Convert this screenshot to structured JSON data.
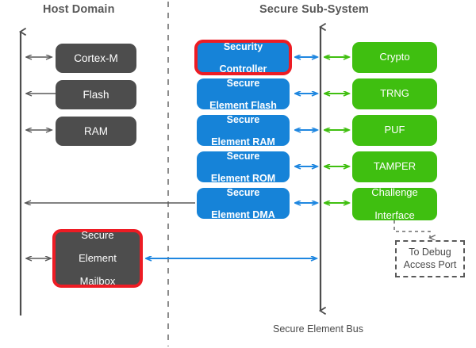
{
  "diagram": {
    "title_left": "Host Domain",
    "title_right": "Secure Sub-System",
    "bus_label": "Secure Element Bus",
    "colors": {
      "gray_block": "#4d4d4d",
      "blue_block": "#1683d8",
      "green_block": "#3fbf10",
      "highlight_ring": "#ed1c24",
      "gray_arrow": "#595959",
      "blue_arrow": "#1f87e0",
      "green_arrow": "#40bf10",
      "divider": "#808080"
    }
  },
  "host_domain": {
    "blocks": [
      {
        "label": "Cortex-M",
        "arrow": "bidirectional"
      },
      {
        "label": "Flash",
        "arrow": "to-bus"
      },
      {
        "label": "RAM",
        "arrow": "bidirectional"
      }
    ],
    "mailbox": {
      "line1": "Secure",
      "line2": "Element",
      "line3": "Mailbox",
      "highlighted": true
    }
  },
  "secure_subsystem": {
    "blue_blocks": [
      {
        "line1": "Security",
        "line2": "Controller",
        "highlighted": true
      },
      {
        "line1": "Secure",
        "line2": "Element Flash",
        "highlighted": false
      },
      {
        "line1": "Secure",
        "line2": "Element RAM",
        "highlighted": false
      },
      {
        "line1": "Secure",
        "line2": "Element ROM",
        "highlighted": false
      },
      {
        "line1": "Secure",
        "line2": "Element DMA",
        "highlighted": false
      }
    ],
    "green_blocks": [
      {
        "line1": "Crypto",
        "line2": ""
      },
      {
        "line1": "TRNG",
        "line2": ""
      },
      {
        "line1": "PUF",
        "line2": ""
      },
      {
        "line1": "TAMPER",
        "line2": ""
      },
      {
        "line1": "Challenge",
        "line2": "Interface"
      }
    ],
    "debug_box": {
      "line1": "To Debug",
      "line2": "Access Port"
    }
  }
}
